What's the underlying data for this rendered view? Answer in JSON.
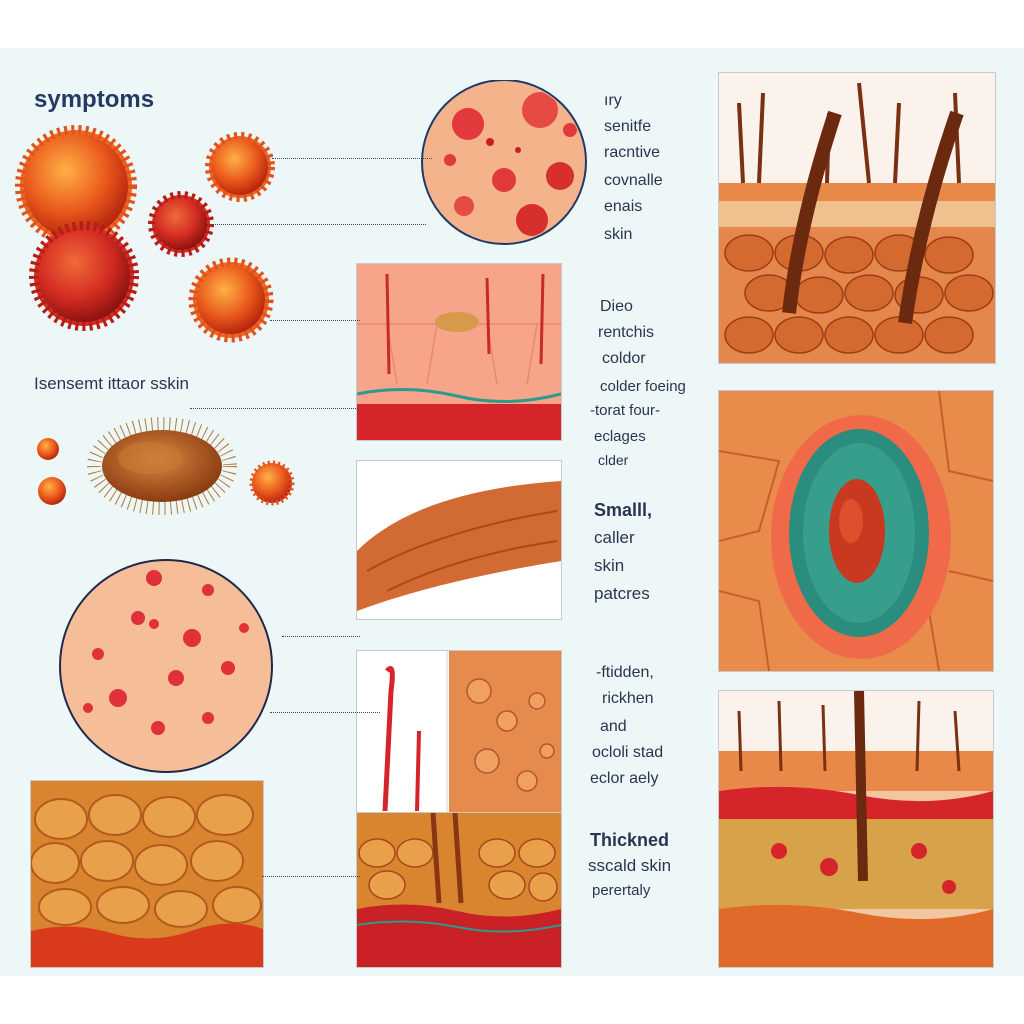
{
  "title": "symptoms",
  "side_label": "Isensemt ittaor sskin",
  "rash_circle_labels": [
    "ıry",
    "senitfe",
    "racntive",
    "covnalle",
    "enais",
    "skin"
  ],
  "color_labels": [
    "Dieo",
    "rentchis",
    "coldor",
    "colder foeing",
    "-torat four-",
    "eclages",
    "clder"
  ],
  "patch_labels": [
    "Smalll,",
    "caller",
    "skin",
    "patcres"
  ],
  "thicken_labels": [
    "-ftidden,",
    "rickhen",
    "and",
    "ocloli stad",
    "eclor aely"
  ],
  "scale_labels": [
    "Thickned",
    "sscald skin",
    "perertaly"
  ],
  "palette": {
    "background": "#eef7f8",
    "text": "#2a3550",
    "skin": "#e8894a",
    "red": "#d8272b",
    "teal": "#2c9a8c"
  }
}
